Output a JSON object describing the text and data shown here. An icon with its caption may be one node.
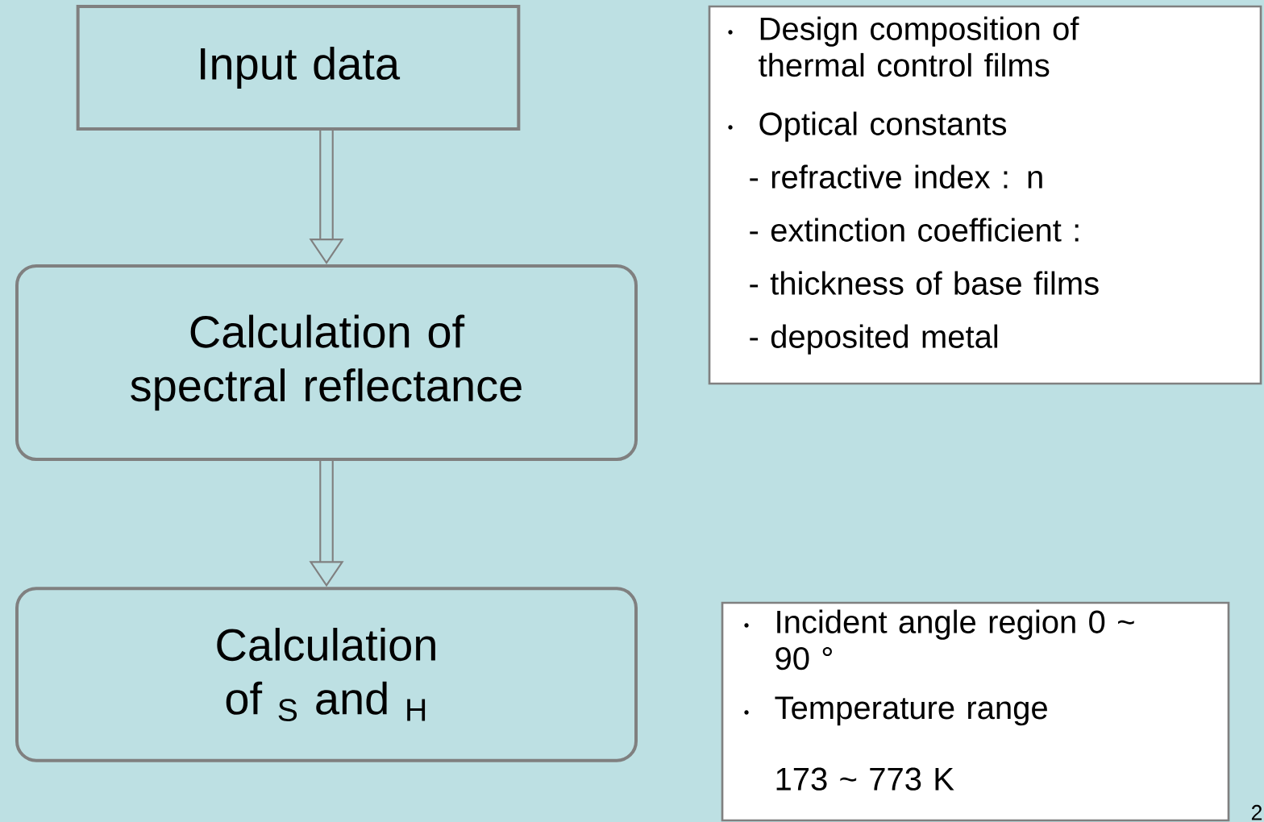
{
  "diagram": {
    "nodes": [
      {
        "text": [
          "Input data"
        ]
      },
      {
        "text": [
          "Calculation of spectral reflectance"
        ]
      },
      {
        "text": [
          "Calculation of $_{S}$ and $_{H}$"
        ]
      },
      {
        "text": [
          "Design composition of thermal control films",
          "Optical constants",
          "- refractive index : n",
          "- extinction coefficient :",
          "- thickness of base films",
          "- deposited metal"
        ]
      },
      {
        "text": [
          "Incident angle region 0 ~ 90 °",
          "Temperature range",
          "173 ~ 773 K"
        ]
      }
    ],
    "edges": [
      {
        "from": 0,
        "to": 1,
        "arrow": "to"
      },
      {
        "from": 1,
        "to": 2,
        "arrow": "to"
      }
    ],
    "labels": [
      "2"
    ]
  }
}
